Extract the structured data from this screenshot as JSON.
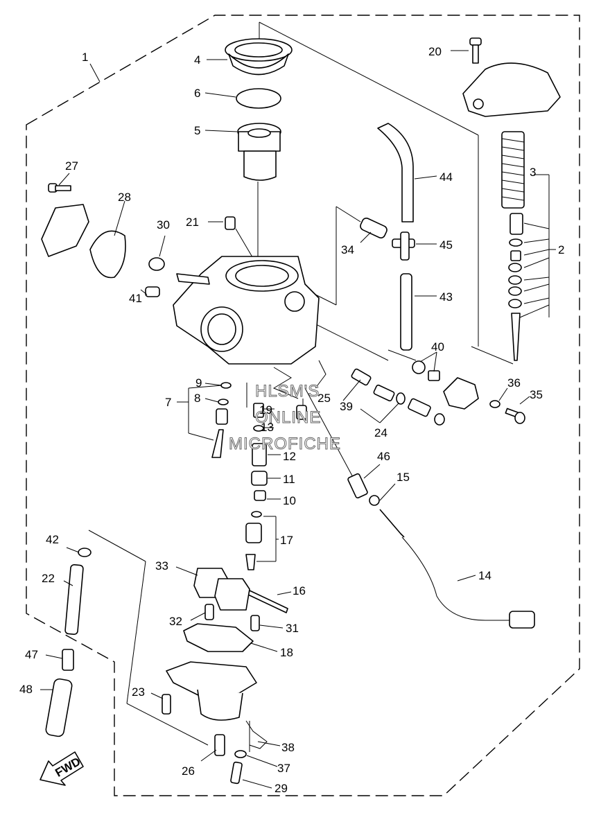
{
  "callouts": {
    "p1": "1",
    "p2": "2",
    "p3": "3",
    "p4": "4",
    "p5": "5",
    "p6": "6",
    "p7": "7",
    "p8": "8",
    "p9": "9",
    "p10": "10",
    "p11": "11",
    "p12": "12",
    "p13": "13",
    "p14": "14",
    "p15": "15",
    "p16": "16",
    "p17": "17",
    "p18": "18",
    "p19": "19",
    "p20": "20",
    "p21": "21",
    "p22": "22",
    "p23": "23",
    "p24": "24",
    "p25": "25",
    "p26": "26",
    "p27": "27",
    "p28": "28",
    "p29": "29",
    "p30": "30",
    "p31": "31",
    "p32": "32",
    "p33": "33",
    "p34": "34",
    "p35": "35",
    "p36": "36",
    "p37": "37",
    "p38": "38",
    "p39": "39",
    "p40": "40",
    "p41": "41",
    "p42": "42",
    "p43": "43",
    "p44": "44",
    "p45": "45",
    "p46": "46",
    "p47": "47",
    "p48": "48"
  },
  "watermark": {
    "line1": "HLSM'S",
    "line2": "ONLINE",
    "line3": "MICROFICHE"
  },
  "fwd_arrow": {
    "label": "FWD",
    "icon": "forward-arrow-icon"
  },
  "colors": {
    "ink": "#000000",
    "paper": "#ffffff",
    "watermark": "#666666"
  }
}
